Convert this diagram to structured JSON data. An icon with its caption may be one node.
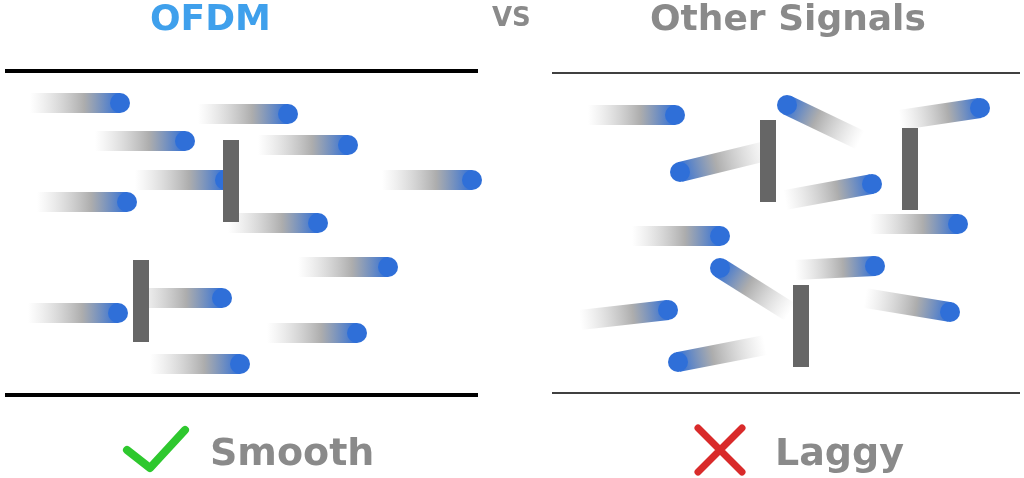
{
  "diagram": {
    "labels": [
      "OFDM",
      "VS",
      "Other Signals",
      "Smooth",
      "Laggy"
    ]
  }
}
